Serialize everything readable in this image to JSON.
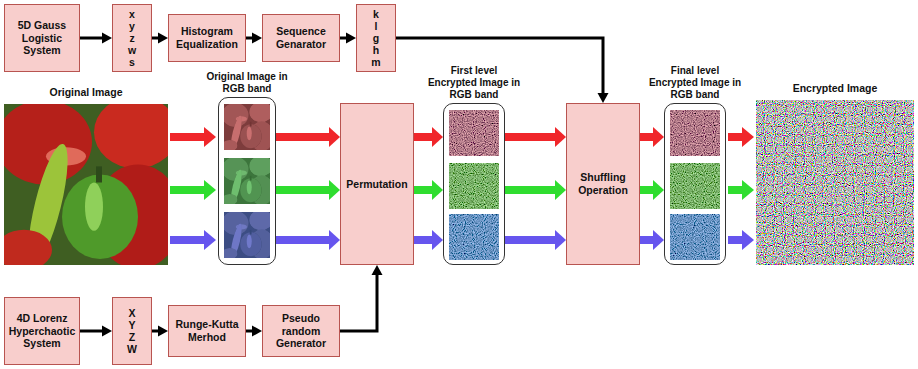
{
  "diagram": {
    "nodes": [
      {
        "text": [
          "5D Gauss Logistic System"
        ]
      },
      {
        "text": [
          "x y z w s"
        ]
      },
      {
        "text": [
          "Histogram Equalization"
        ]
      },
      {
        "text": [
          "Sequence Genarator"
        ]
      },
      {
        "text": [
          "k l g h m"
        ]
      },
      {
        "text": [
          "Original Image in RGB band"
        ]
      },
      {
        "text": [
          "Permutation"
        ]
      },
      {
        "text": [
          "First level Encrypted Image in RGB band"
        ]
      },
      {
        "text": [
          "Shuffling Operation"
        ]
      },
      {
        "text": [
          "Final level Encrypted Image in RGB band"
        ]
      },
      {
        "text": [
          "4D Lorenz Hyperchaotic System"
        ]
      },
      {
        "text": [
          "X Y Z W"
        ]
      },
      {
        "text": [
          "Runge-Kutta Merhod"
        ]
      },
      {
        "text": [
          "Pseudo random Generator"
        ]
      }
    ],
    "edges": [
      {
        "from": 0,
        "to": 1,
        "arrow": "to"
      },
      {
        "from": 1,
        "to": 2,
        "arrow": "to"
      },
      {
        "from": 2,
        "to": 3,
        "arrow": "to"
      },
      {
        "from": 3,
        "to": 4,
        "arrow": "to"
      },
      {
        "from": 4,
        "to": 8,
        "arrow": "to"
      },
      {
        "from": 5,
        "to": 6,
        "arrow": "to"
      },
      {
        "from": 5,
        "to": 6,
        "arrow": "to"
      },
      {
        "from": 5,
        "to": 6,
        "arrow": "to"
      },
      {
        "from": 6,
        "to": 7,
        "arrow": "to"
      },
      {
        "from": 6,
        "to": 7,
        "arrow": "to"
      },
      {
        "from": 6,
        "to": 7,
        "arrow": "to"
      },
      {
        "from": 7,
        "to": 8,
        "arrow": "to"
      },
      {
        "from": 7,
        "to": 8,
        "arrow": "to"
      },
      {
        "from": 7,
        "to": 8,
        "arrow": "to"
      },
      {
        "from": 8,
        "to": 9,
        "arrow": "to"
      },
      {
        "from": 8,
        "to": 9,
        "arrow": "to"
      },
      {
        "from": 8,
        "to": 9,
        "arrow": "to"
      },
      {
        "from": 10,
        "to": 11,
        "arrow": "to"
      },
      {
        "from": 11,
        "to": 12,
        "arrow": "to"
      },
      {
        "from": 12,
        "to": 13,
        "arrow": "to"
      },
      {
        "from": 13,
        "to": 6,
        "arrow": "to"
      }
    ],
    "labels": [
      "Original Image",
      "Encrypted Image"
    ]
  }
}
